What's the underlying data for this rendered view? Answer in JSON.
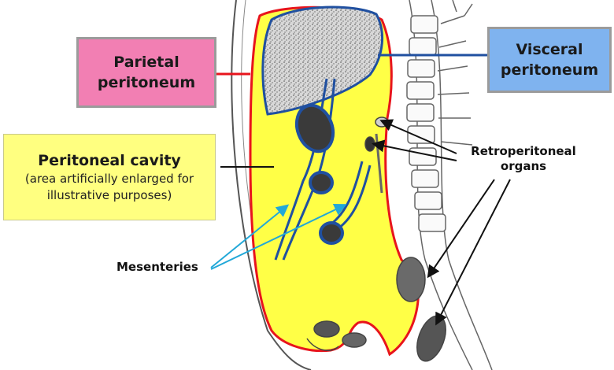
{
  "labels": {
    "parietal": [
      "Parietal",
      "peritoneum"
    ],
    "visceral": [
      "Visceral",
      "peritoneum"
    ],
    "cavity_title": "Peritoneal cavity",
    "cavity_sub": [
      "(area artificially enlarged for",
      "illustrative purposes)"
    ],
    "retroperitoneal": [
      "Retroperitoneal",
      "organs"
    ],
    "mesenteries": "Mesenteries"
  },
  "colors": {
    "cavity": "#ffff46",
    "parietal_line": "#e8141c",
    "visceral_line": "#2050a0",
    "mesentery_arrow": "#22a8d8",
    "parietal_box": "#f27fb3",
    "visceral_box": "#7fb3ef",
    "cavity_box": "#ffff80"
  }
}
